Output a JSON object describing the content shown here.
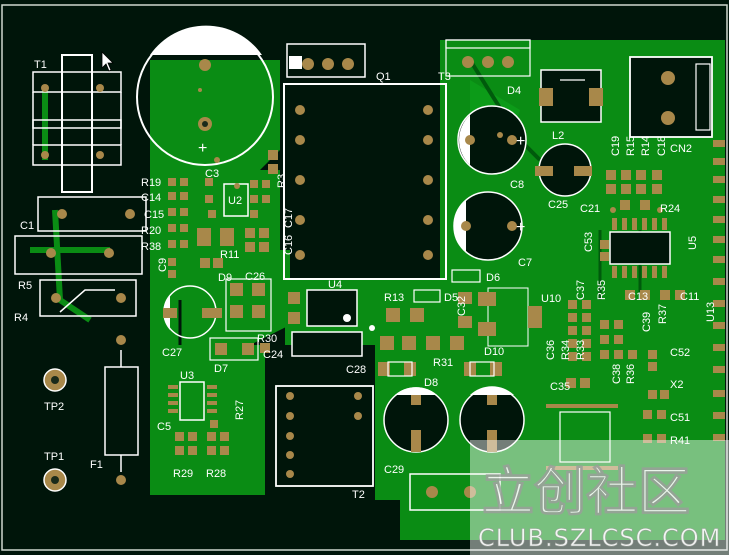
{
  "board": {
    "refdes": {
      "t1": "T1",
      "c1": "C1",
      "r5": "R5",
      "r4": "R4",
      "tp2": "TP2",
      "tp1": "TP1",
      "f1": "F1",
      "r19": "R19",
      "c14": "C14",
      "c15": "C15",
      "r20": "R20",
      "r38": "R38",
      "c9": "C9",
      "c3": "C3",
      "u2": "U2",
      "r3": "R3",
      "r11": "R11",
      "c16": "C16",
      "c17": "C17",
      "d9": "D9",
      "c26": "C26",
      "r30": "R30",
      "c27": "C27",
      "d7": "D7",
      "c24": "C24",
      "u3": "U3",
      "c5": "C5",
      "r27": "R27",
      "r29": "R29",
      "r28": "R28",
      "q1": "Q1",
      "u4": "U4",
      "c28": "C28",
      "t2": "T2",
      "t3": "T3",
      "r13": "R13",
      "d5": "D5",
      "c32": "C32",
      "d6": "D6",
      "d10": "D10",
      "d8": "D8",
      "r31": "R31",
      "c29": "C29",
      "d4": "D4",
      "l2": "L2",
      "c8": "C8",
      "c7": "C7",
      "c25": "C25",
      "cn2": "CN2",
      "c19": "C19",
      "r15": "R15",
      "r14": "R14",
      "c18": "C18",
      "c21": "C21",
      "r24": "R24",
      "c53": "C53",
      "u5": "U5",
      "c13": "C13",
      "c11": "C11",
      "u10": "U10",
      "c37": "C37",
      "r35": "R35",
      "c39": "C39",
      "r37": "R37",
      "u13": "U13",
      "c36": "C36",
      "r34": "R34",
      "r33": "R33",
      "c38": "C38",
      "r36": "R36",
      "c52": "C52",
      "c35": "C35",
      "x2": "X2",
      "c51": "C51",
      "r41": "R41"
    },
    "plus": "+"
  },
  "watermark": {
    "brand": "立创社区",
    "url": "CLUB.SZLCSC.COM"
  },
  "colors": {
    "copper": "#0a8c14",
    "copper_dark": "#005a0c",
    "substrate": "#00150a",
    "silk": "#ffffff",
    "pad": "#a8884a",
    "pad_hole": "#1a2a1a"
  }
}
